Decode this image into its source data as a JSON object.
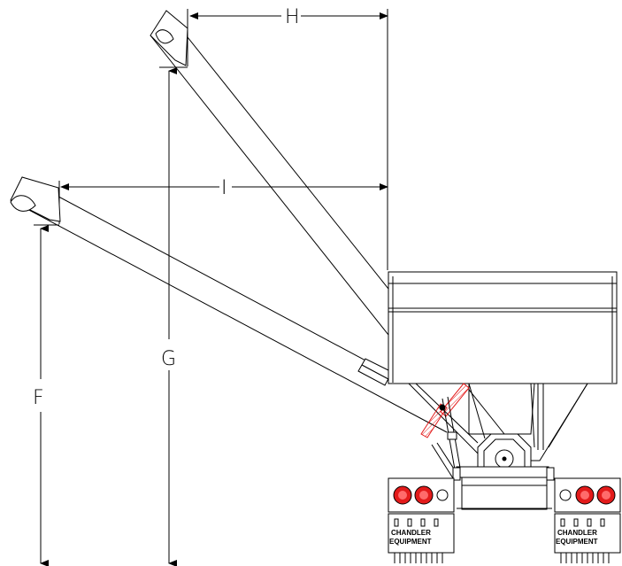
{
  "dimensions": {
    "h_label": "H",
    "i_label": "I",
    "g_label": "G",
    "f_label": "F"
  },
  "brand": {
    "left_line1": "CHANDLER",
    "left_line2": "EQUIPMENT",
    "right_line1": "CHANDLER",
    "right_line2": "EQUIPMENT"
  },
  "colors": {
    "line": "#000000",
    "light_red": "#ff3b3b",
    "red_marker": "#e31b1b",
    "background": "#ffffff"
  },
  "icons": {
    "taillight": "red-circle-light",
    "mudflap": "mudflap-rectangle"
  }
}
